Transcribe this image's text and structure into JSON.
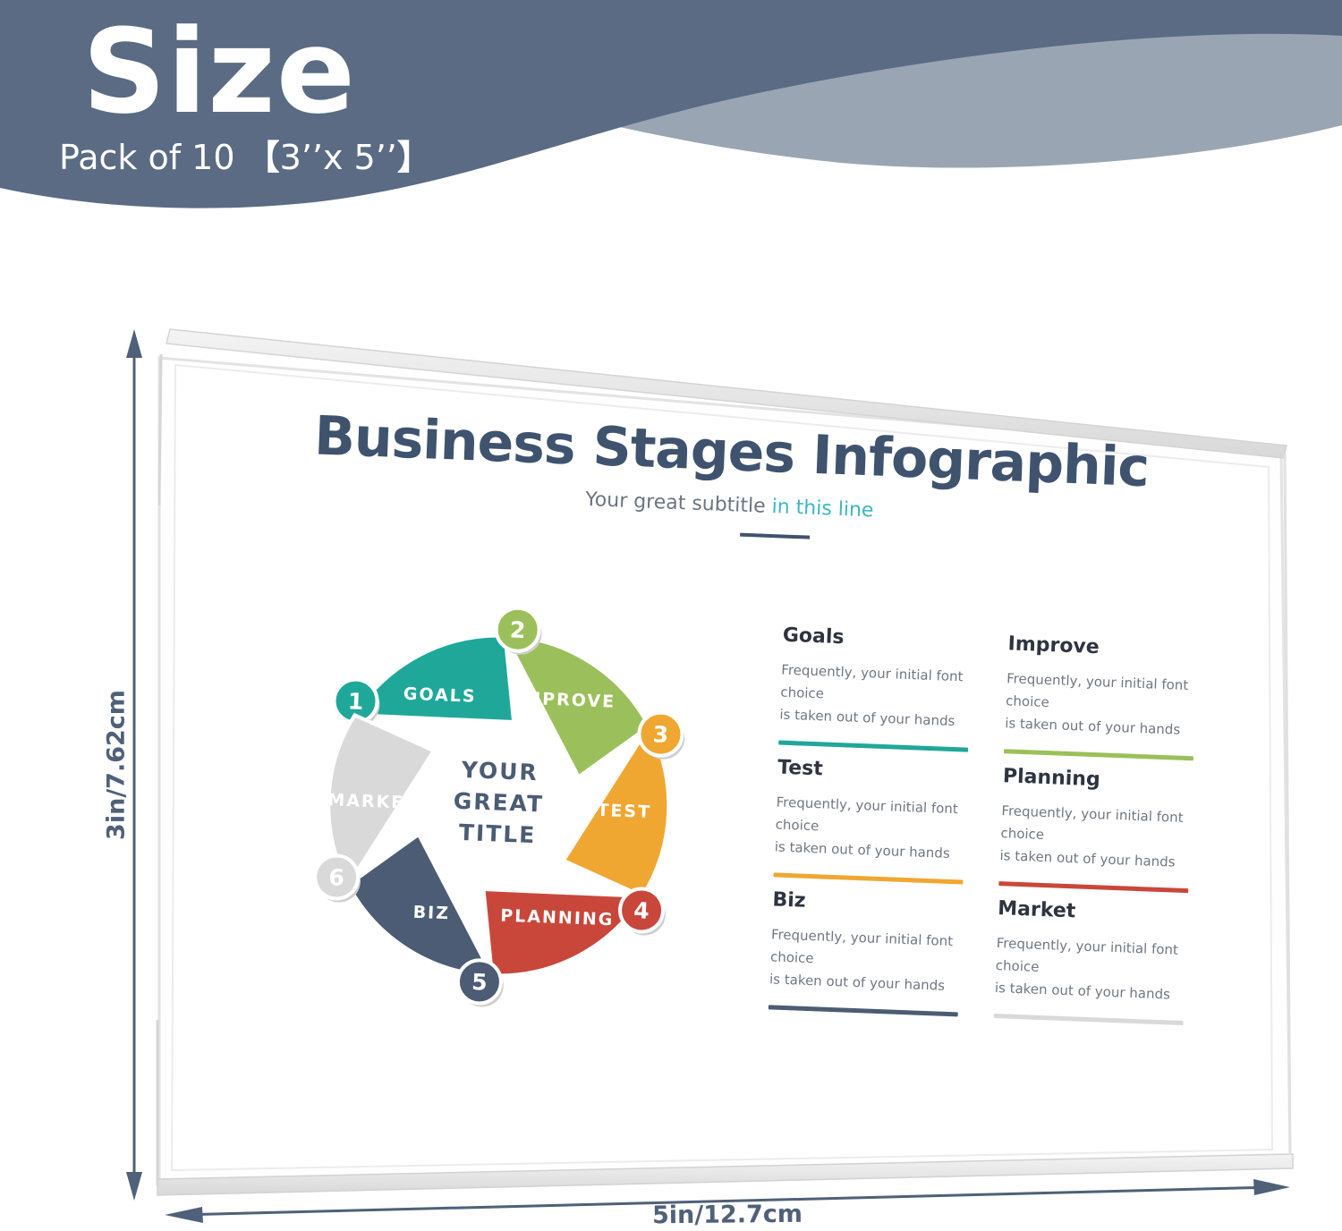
{
  "banner": {
    "title": "Size",
    "pack_text": "Pack of 10 ",
    "size_open": "【",
    "size_value": "3’’x 5’’",
    "size_close": "】",
    "colors": {
      "dark": "#5a6b83",
      "light": "#9aa5b4"
    }
  },
  "dimensions": {
    "height_label": "3in/7.62cm",
    "width_label": "5in/12.7cm"
  },
  "card": {
    "title": "Business Stages Infographic",
    "subtitle_main": "Your great subtitle ",
    "subtitle_accent": "in this line",
    "center_title": [
      "YOUR",
      "GREAT",
      "TITLE"
    ],
    "segments": [
      {
        "label": "GOALS",
        "number": "1",
        "color": "#1fa899"
      },
      {
        "label": "IMPROVE",
        "number": "2",
        "color": "#9bc05b"
      },
      {
        "label": "TEST",
        "number": "3",
        "color": "#f0a731"
      },
      {
        "label": "PLANNING",
        "number": "4",
        "color": "#c9473a"
      },
      {
        "label": "BIZ",
        "number": "5",
        "color": "#4b5c74"
      },
      {
        "label": "MARKET",
        "number": "6",
        "color": "#d9d9d9"
      }
    ],
    "items": [
      {
        "title": "Goals",
        "desc_line1": "Frequently, your initial font choice",
        "desc_line2": "is taken out of your hands",
        "color": "#1fa899"
      },
      {
        "title": "Improve",
        "desc_line1": "Frequently, your initial font choice",
        "desc_line2": "is taken out of your hands",
        "color": "#9bc05b"
      },
      {
        "title": "Test",
        "desc_line1": "Frequently, your initial font choice",
        "desc_line2": "is taken out of your hands",
        "color": "#f0a731"
      },
      {
        "title": "Planning",
        "desc_line1": "Frequently, your initial font choice",
        "desc_line2": "is taken out of your hands",
        "color": "#c9473a"
      },
      {
        "title": "Biz",
        "desc_line1": "Frequently, your initial font choice",
        "desc_line2": "is taken out of your hands",
        "color": "#4b5c74"
      },
      {
        "title": "Market",
        "desc_line1": "Frequently, your initial font choice",
        "desc_line2": "is taken out of your hands",
        "color": "#d9d9d9"
      }
    ]
  }
}
